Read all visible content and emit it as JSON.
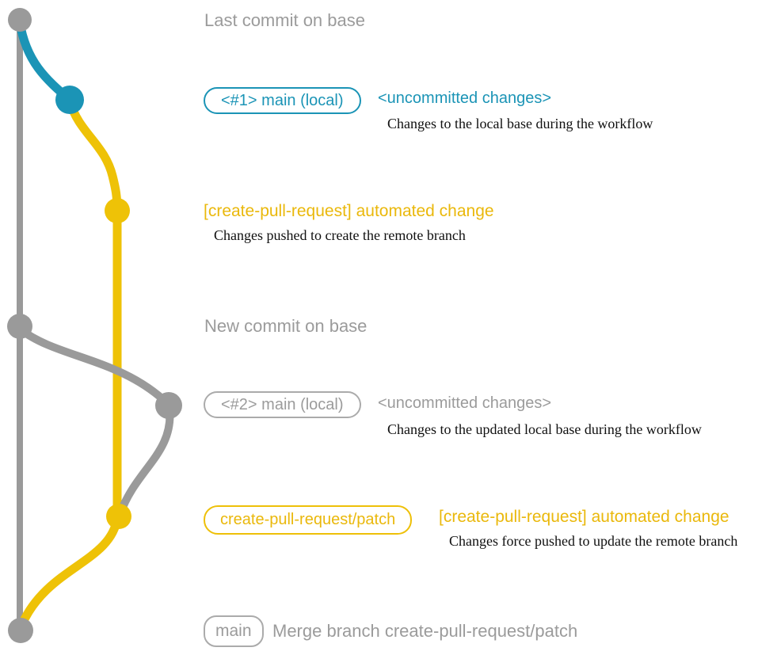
{
  "colors": {
    "branch_gray": "#9a9a9a",
    "branch_teal": "#1b94b6",
    "branch_yellow": "#eec207",
    "label_gray": "#9b9b9b",
    "description_black": "#101010"
  },
  "rows": {
    "last_commit": {
      "title": "Last commit on base"
    },
    "main_local_1": {
      "badge": "<#1> main (local)",
      "status": "<uncommitted changes>",
      "description": "Changes to the local base during the workflow"
    },
    "automated_change_1": {
      "title": "[create-pull-request] automated change",
      "description": "Changes pushed to create the remote branch"
    },
    "new_commit": {
      "title": "New commit on base"
    },
    "main_local_2": {
      "badge": "<#2> main (local)",
      "status": "<uncommitted changes>",
      "description": "Changes to the updated local base during the workflow"
    },
    "automated_change_2": {
      "badge": "create-pull-request/patch",
      "title": "[create-pull-request] automated change",
      "description": "Changes force pushed to update the remote branch"
    },
    "merge": {
      "badge": "main",
      "title": "Merge branch create-pull-request/patch"
    }
  }
}
